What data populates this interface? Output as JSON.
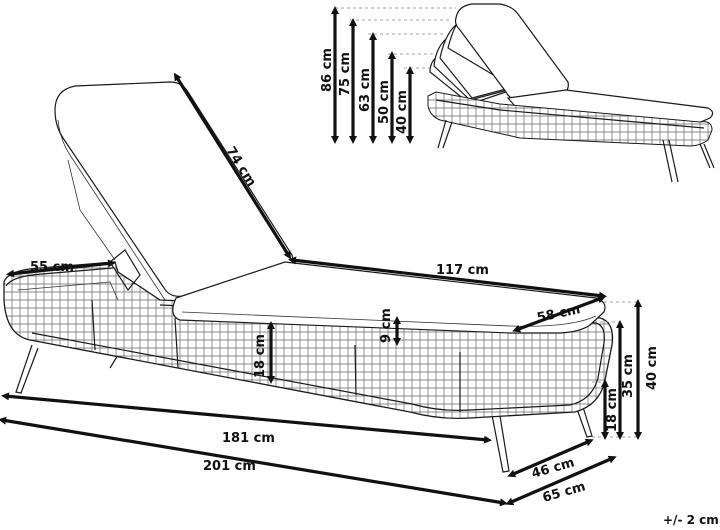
{
  "main_view": {
    "backrest_length": "74 cm",
    "side_depth": "55 cm",
    "seat_length": "117 cm",
    "cushion_width": "58 cm",
    "cushion_thickness": "9 cm",
    "frame_height": "18 cm",
    "inner_length": "181 cm",
    "total_length": "201 cm",
    "inner_width": "46 cm",
    "total_width": "65 cm",
    "leg_height": "18 cm",
    "seat_height": "35 cm",
    "total_height": "40 cm"
  },
  "inset_view": {
    "heights": [
      "86 cm",
      "75 cm",
      "63 cm",
      "50 cm",
      "40 cm"
    ]
  },
  "tolerance": "+/- 2 cm"
}
